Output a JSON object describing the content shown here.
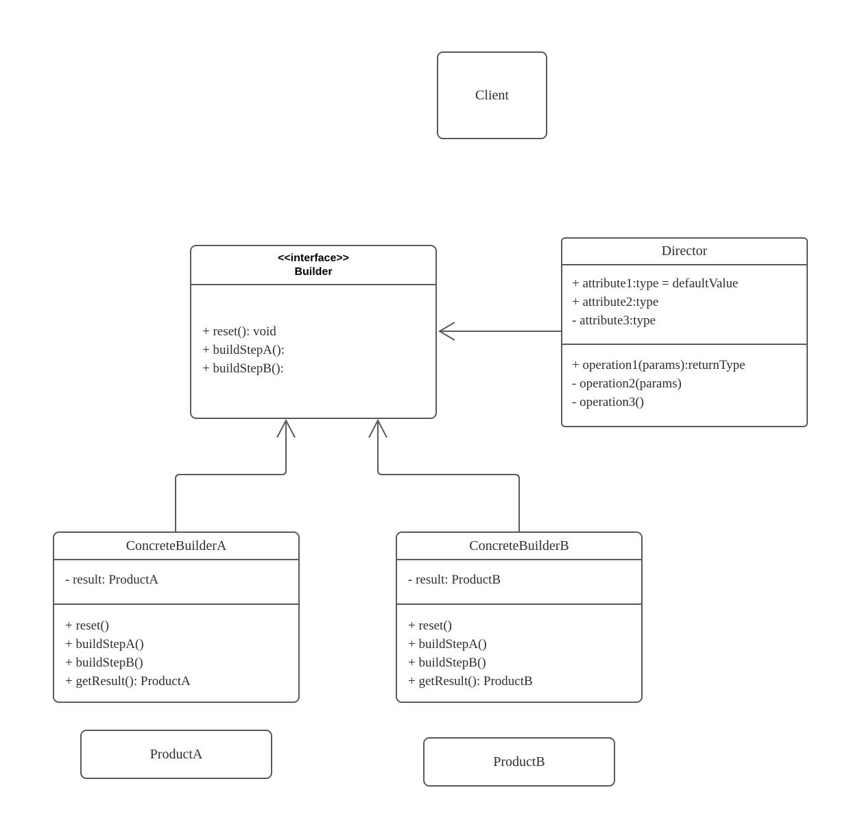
{
  "diagram": {
    "client": {
      "name": "Client"
    },
    "builder": {
      "stereotype": "<<interface>>",
      "name": "Builder",
      "operations": [
        "+ reset(): void",
        "+ buildStepA():",
        "+ buildStepB():"
      ]
    },
    "director": {
      "name": "Director",
      "attributes": [
        "+ attribute1:type = defaultValue",
        "+ attribute2:type",
        "- attribute3:type"
      ],
      "operations": [
        "+ operation1(params):returnType",
        "- operation2(params)",
        "- operation3()"
      ]
    },
    "concrete_builder_a": {
      "name": "ConcreteBuilderA",
      "attributes": [
        "- result: ProductA"
      ],
      "operations": [
        "+ reset()",
        "+ buildStepA()",
        "+ buildStepB()",
        "+ getResult(): ProductA"
      ]
    },
    "concrete_builder_b": {
      "name": "ConcreteBuilderB",
      "attributes": [
        "- result: ProductB"
      ],
      "operations": [
        "+ reset()",
        "+ buildStepA()",
        "+ buildStepB()",
        "+ getResult(): ProductB"
      ]
    },
    "product_a": {
      "name": "ProductA"
    },
    "product_b": {
      "name": "ProductB"
    },
    "colors": {
      "stroke": "#595959",
      "text": "#2e2e2e",
      "background": "#ffffff"
    }
  }
}
